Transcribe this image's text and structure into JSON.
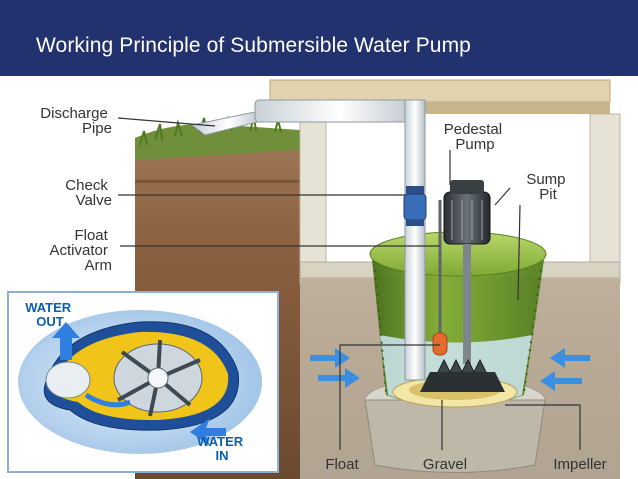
{
  "slide": {
    "title": "Working Principle of Submersible Water Pump",
    "colors": {
      "title_bar": "#22326e",
      "title_text": "#ffffff",
      "label_text": "#333333",
      "water": "#cfe6f3",
      "tank": "#5d8a1e"
    }
  },
  "diagram": {
    "labels": {
      "discharge_pipe": [
        "Discharge",
        "Pipe"
      ],
      "check_valve": [
        "Check",
        "Valve"
      ],
      "float_activator_arm": [
        "Float",
        "Activator",
        "Arm"
      ],
      "pedestal_pump": [
        "Pedestal",
        "Pump"
      ],
      "sump_pit": [
        "Sump",
        "Pit"
      ],
      "float": "Float",
      "gravel": "Gravel",
      "impeller": "Impeller"
    },
    "inset": {
      "water_out": [
        "WATER",
        "OUT"
      ],
      "water_in": [
        "WATER",
        "IN"
      ]
    }
  }
}
